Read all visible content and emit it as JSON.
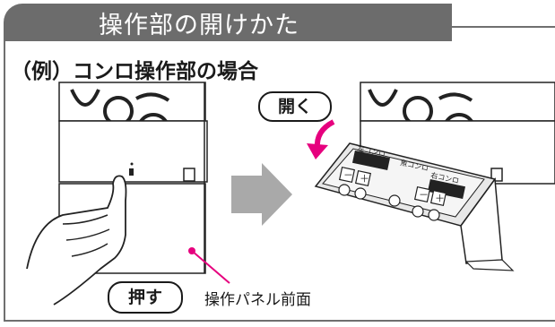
{
  "header": {
    "title": "操作部の開けかた"
  },
  "subtitle": "（例）コンロ操作部の場合",
  "labels": {
    "open": "開く",
    "push": "押す",
    "front_panel": "操作パネル前面"
  },
  "panel_labels": {
    "left_burner": "左コンロ",
    "grill": "魚コンロ",
    "right_burner": "右コンロ",
    "minus": "－",
    "plus": "＋"
  },
  "colors": {
    "header_bg": "#6c6c6c",
    "accent": "#e6007e",
    "arrow": "#a9a9a9"
  }
}
